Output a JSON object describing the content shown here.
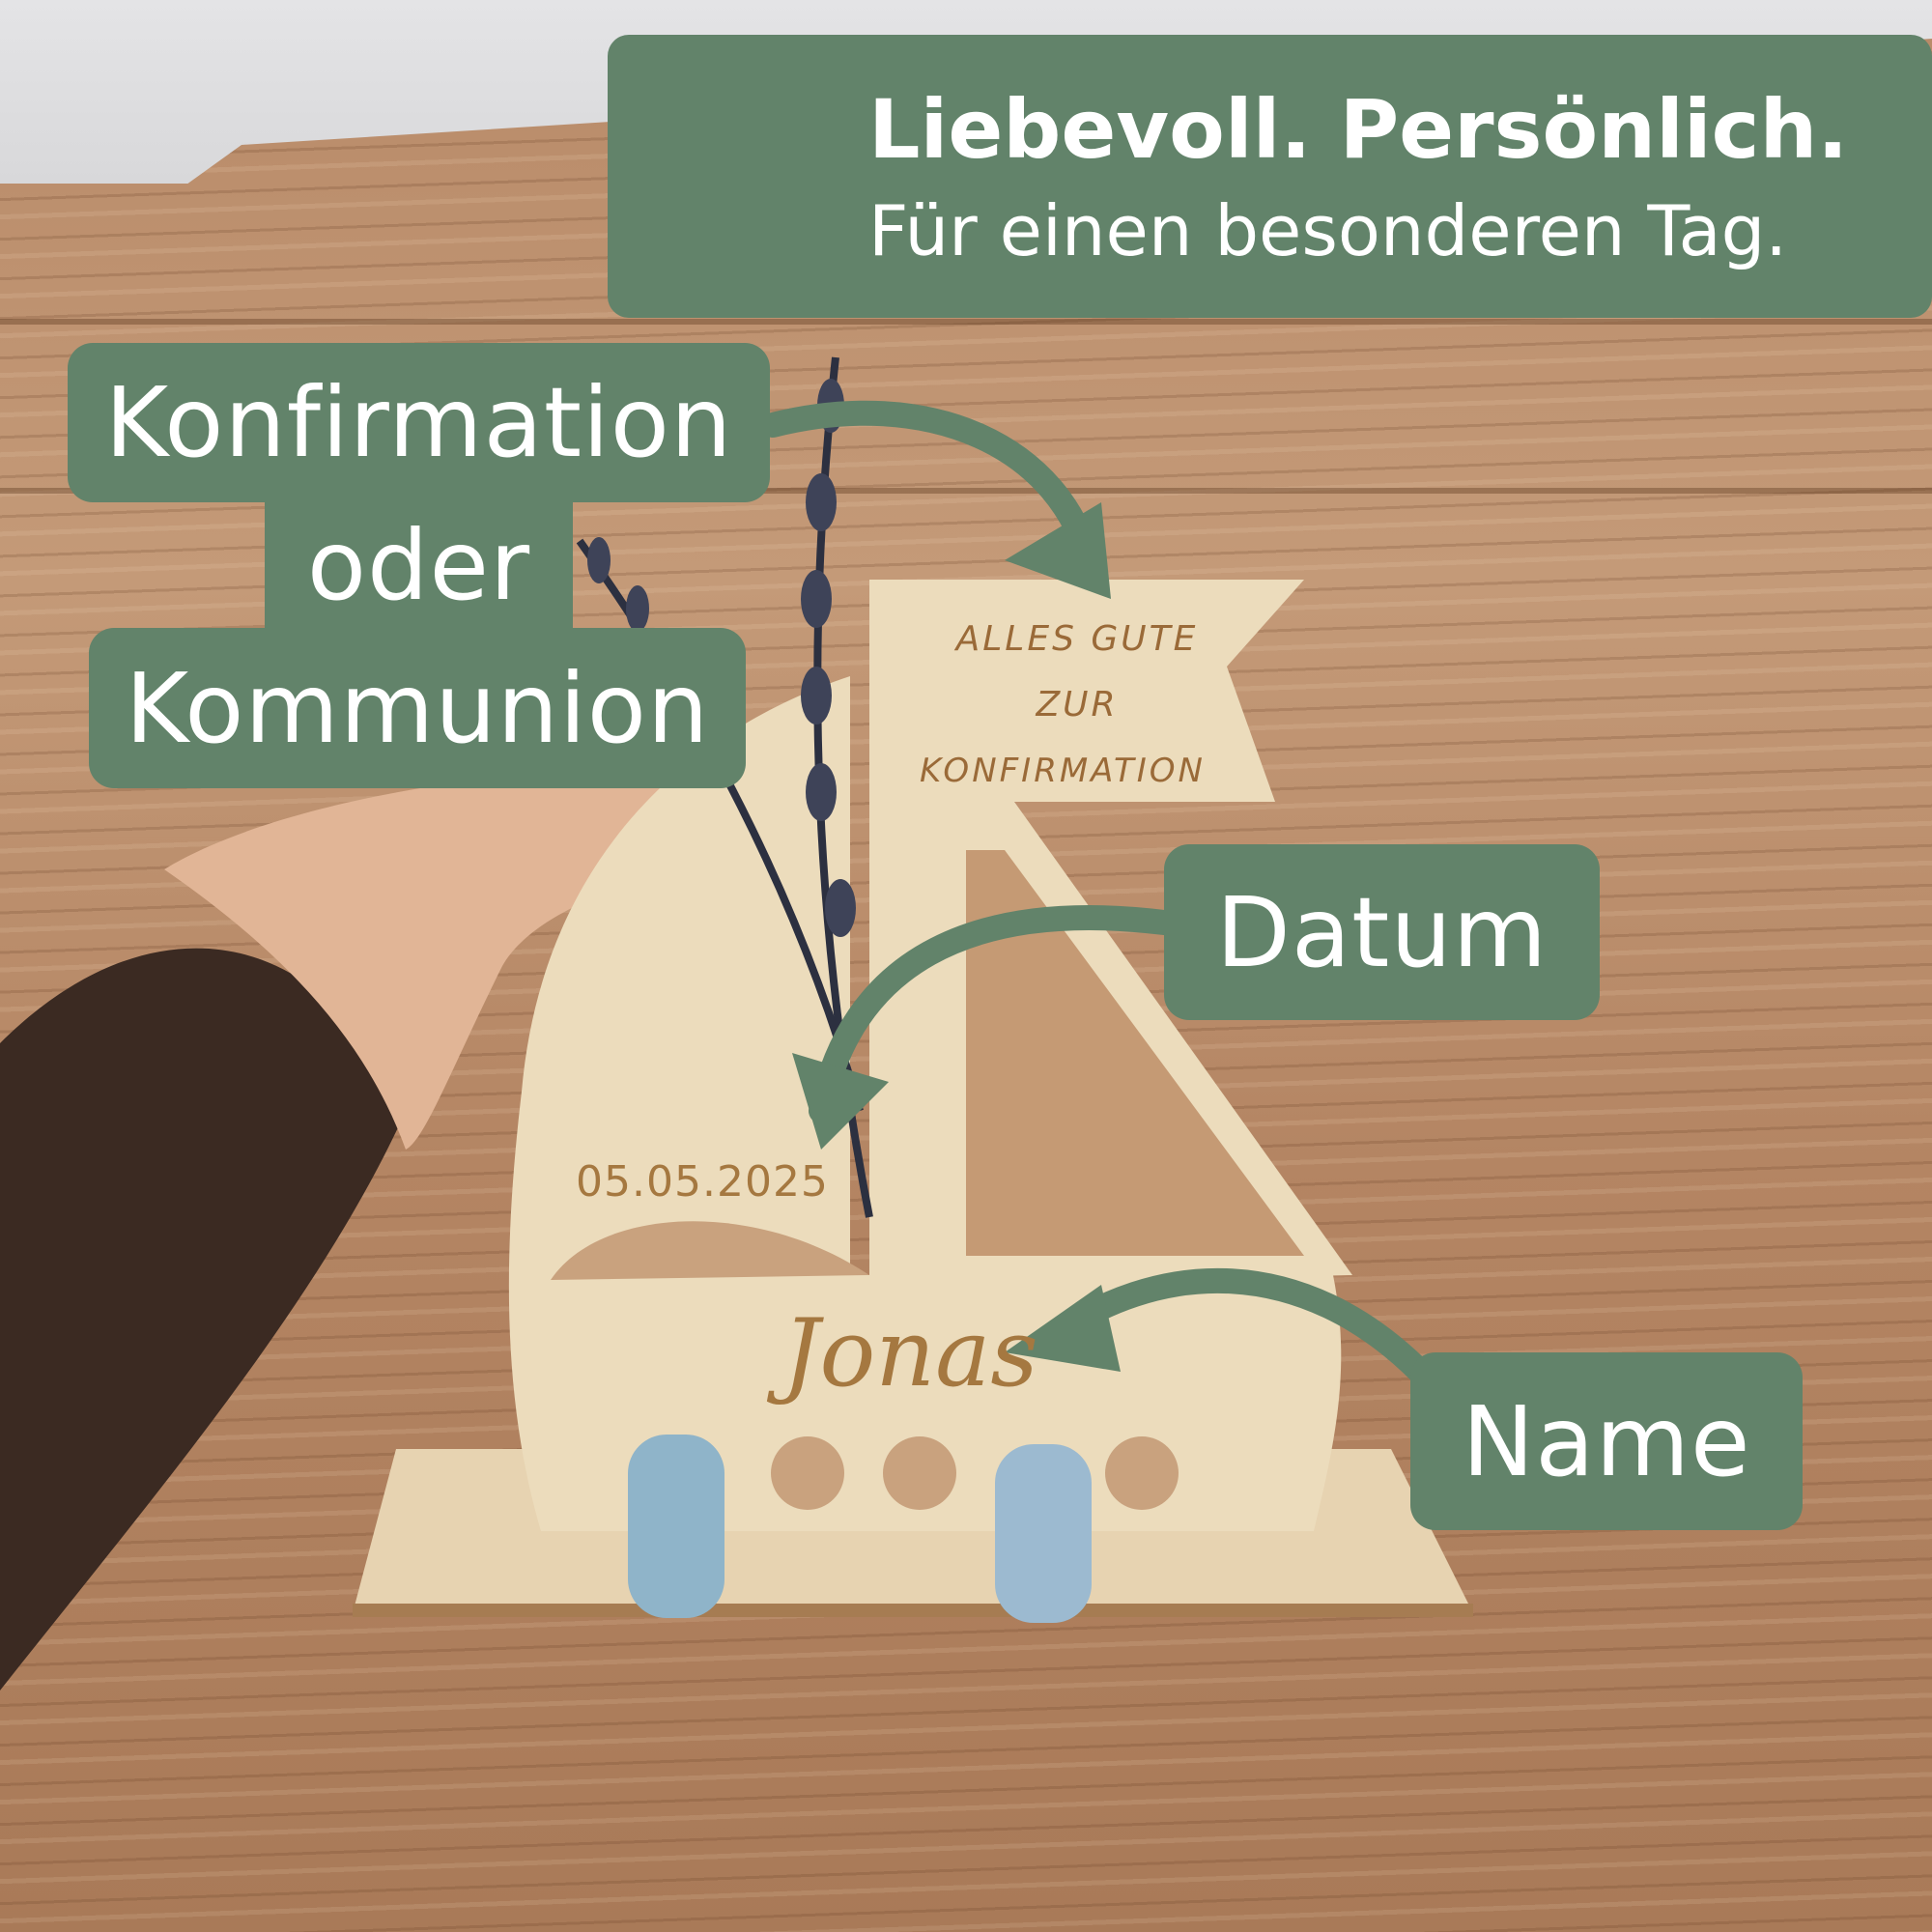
{
  "banner": {
    "title": "Liebevoll. Persönlich.",
    "subtitle": "Für einen besonderen Tag.",
    "icon": "dove-icon"
  },
  "labels": {
    "konfirmation": "Konfirmation",
    "oder": "oder",
    "kommunion": "Kommunion",
    "datum": "Datum",
    "name": "Name"
  },
  "product": {
    "line1": "ALLES GUTE",
    "line2": "ZUR",
    "line3": "KONFIRMATION",
    "date": "05.05.2025",
    "name": "Jonas"
  },
  "colors": {
    "accent": "#62836a",
    "wood": "#ead8b8",
    "engraving": "#9a6a38"
  }
}
